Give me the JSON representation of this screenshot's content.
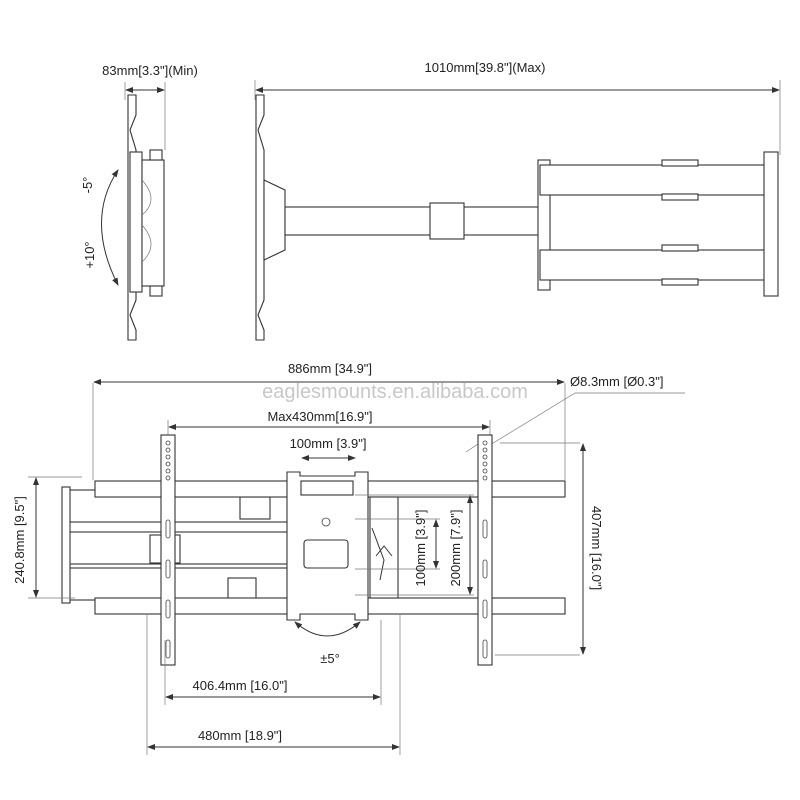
{
  "side_view": {
    "depth_min": "83mm[3.3\"](Min)",
    "tilt_up": "-5°",
    "tilt_down": "+10°"
  },
  "extended_view": {
    "extension_max": "1010mm[39.8\"](Max)"
  },
  "front_view": {
    "total_width": "886mm [34.9\"]",
    "hole_diameter": "Ø8.3mm [Ø0.3\"]",
    "vesa_max_width": "Max430mm[16.9\"]",
    "plate_hole_spacing": "100mm [3.9\"]",
    "arm_height": "240.8mm [9.5\"]",
    "vertical_100": "100mm [3.9\"]",
    "vertical_200": "200mm [7.9\"]",
    "rail_height": "407mm [16.0\"]",
    "rotation": "±5°",
    "stud_spacing": "406.4mm [16.0\"]",
    "wall_plate_width": "480mm [18.9\"]"
  },
  "watermark": "eaglesmounts.en.alibaba.com"
}
